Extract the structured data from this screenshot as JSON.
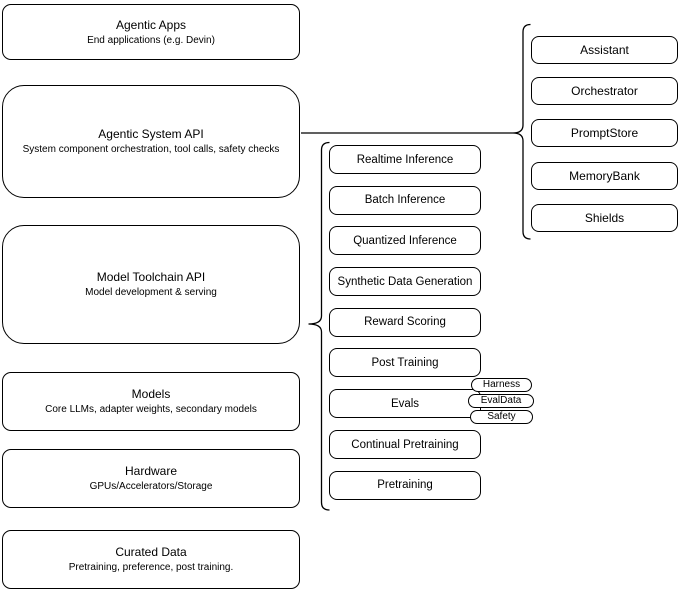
{
  "canvas": {
    "background": "#ffffff",
    "stroke_color": "#000000",
    "node_fill": "#ffffff"
  },
  "stack": {
    "boxes": [
      {
        "title": "Agentic Apps",
        "subtitle": "End applications (e.g. Devin)"
      },
      {
        "title": "Agentic System API",
        "subtitle": "System component orchestration, tool calls, safety checks"
      },
      {
        "title": "Model Toolchain API",
        "subtitle": "Model development & serving"
      },
      {
        "title": "Models",
        "subtitle": "Core LLMs, adapter weights, secondary models"
      },
      {
        "title": "Hardware",
        "subtitle": "GPUs/Accelerators/Storage"
      },
      {
        "title": "Curated Data",
        "subtitle": "Pretraining, preference, post training."
      }
    ]
  },
  "toolchain": {
    "items": [
      "Realtime Inference",
      "Batch Inference",
      "Quantized Inference",
      "Synthetic Data Generation",
      "Reward Scoring",
      "Post Training",
      "Evals",
      "Continual Pretraining",
      "Pretraining"
    ],
    "eval_tags": [
      "Harness",
      "EvalData",
      "Safety"
    ]
  },
  "system_components": {
    "items": [
      "Assistant",
      "Orchestrator",
      "PromptStore",
      "MemoryBank",
      "Shields"
    ]
  }
}
